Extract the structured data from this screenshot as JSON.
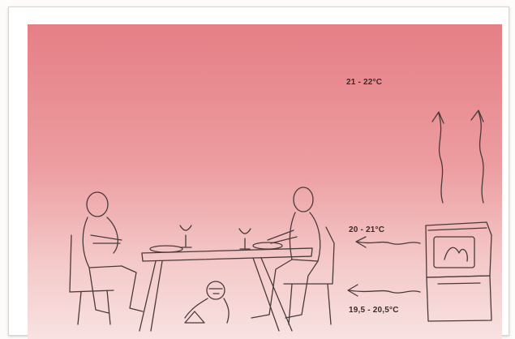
{
  "temperatures": {
    "top": "21 - 22°C",
    "middle": "20 - 21°C",
    "bottom": "19,5 - 20,5°C"
  },
  "colors": {
    "gradient_top": "#e57f86",
    "gradient_bottom": "#f8e2e2",
    "ink": "#3a2a2a"
  }
}
